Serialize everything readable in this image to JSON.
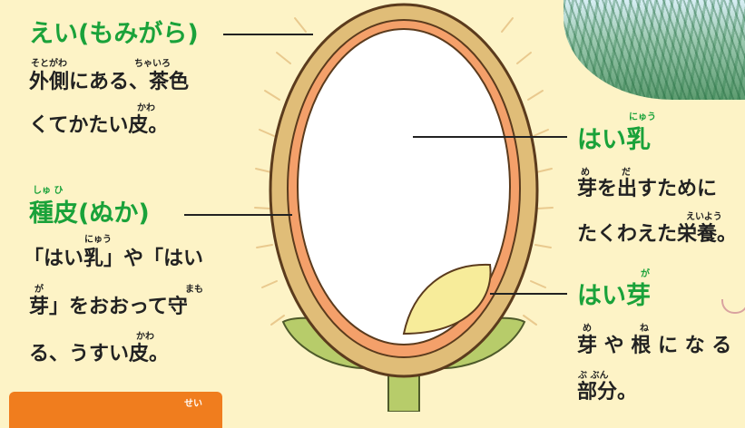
{
  "labels": {
    "husk": {
      "title": "えい(もみがら)",
      "line1": "外側にある、茶色",
      "line2": "くてかたい皮。",
      "ruby_sotogawa": "そとがわ",
      "ruby_chairo": "ちゃいろ",
      "ruby_kawa": "かわ"
    },
    "seed_coat": {
      "title": "種皮(ぬか)",
      "ruby_shuhi": "しゅ ひ",
      "line1": "「はい乳」や「はい",
      "line2": "芽」をおおって守",
      "line3": "る、うすい皮。",
      "ruby_nyuu": "にゅう",
      "ruby_ga": "が",
      "ruby_mamo": "まも",
      "ruby_kawa": "かわ"
    },
    "endosperm": {
      "title": "はい乳",
      "ruby_nyuu": "にゅう",
      "line1": "芽を出すために",
      "line2": "たくわえた栄養。",
      "ruby_me": "め",
      "ruby_da": "だ",
      "ruby_eiyou": "えいよう"
    },
    "embryo": {
      "title": "はい芽",
      "ruby_ga": "が",
      "line1": "芽 や 根 に な る",
      "line2": "部分。",
      "ruby_me": "め",
      "ruby_ne": "ね",
      "ruby_bubun": "ぶ ぶん"
    }
  },
  "bottom_tab": {
    "ruby": "せい"
  },
  "colors": {
    "title_green": "#1aa23a",
    "husk": "#e0bd78",
    "husk_outline": "#5b3b1d",
    "seed_coat": "#f4a06a",
    "endosperm": "#ffffff",
    "embryo": "#f7ec9a",
    "leaf": "#b7cc6a",
    "tab_orange": "#f07d1e",
    "background": "#fdf3c6"
  }
}
